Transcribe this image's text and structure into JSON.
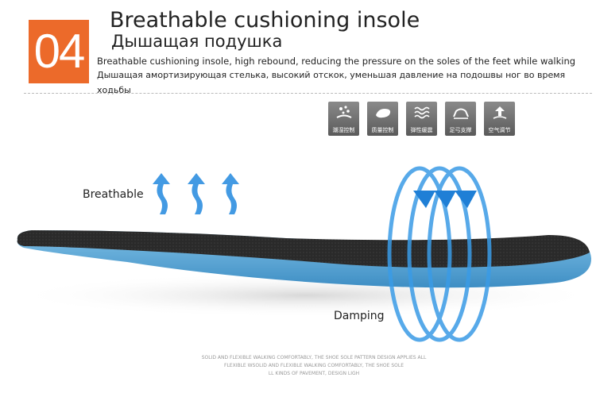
{
  "badge": {
    "number": "04",
    "color": "#ec6a2a"
  },
  "title": {
    "en": "Breathable cushioning insole",
    "ru": "Дышащая подушка"
  },
  "description": {
    "en": "Breathable cushioning insole, high rebound, reducing the pressure on the soles of the feet while walking",
    "ru": "Дышащая амортизирующая стелька, высокий отскок, уменьшая давление на подошвы ног во время ходьбы"
  },
  "feature_icons": [
    {
      "icon": "water-drops-icon",
      "label": "潮湿控制"
    },
    {
      "icon": "insole-quality-icon",
      "label": "质量控制"
    },
    {
      "icon": "wave-cushion-icon",
      "label": "弹性缓震"
    },
    {
      "icon": "arch-support-icon",
      "label": "足弓支撑"
    },
    {
      "icon": "air-adjust-icon",
      "label": "空气调节"
    }
  ],
  "callouts": {
    "breathable": "Breathable",
    "damping": "Damping"
  },
  "footer": {
    "line1": "SOLID AND FLEXIBLE WALKING COMFORTABLY, THE SHOE SOLE PATTERN DESIGN APPLIES ALL",
    "line2": "FLEXIBLE WSOLID AND FLEXIBLE WALKING COMFORTABLY, THE SHOE SOLE",
    "line3": "LL KINDS OF PAVEMENT, DESIGN LIGH"
  },
  "colors": {
    "accent": "#ec6a2a",
    "arrow_blue": "#2f8fe0",
    "insole_top": "#2b2b2b",
    "insole_foam": "#5aa7d6"
  }
}
